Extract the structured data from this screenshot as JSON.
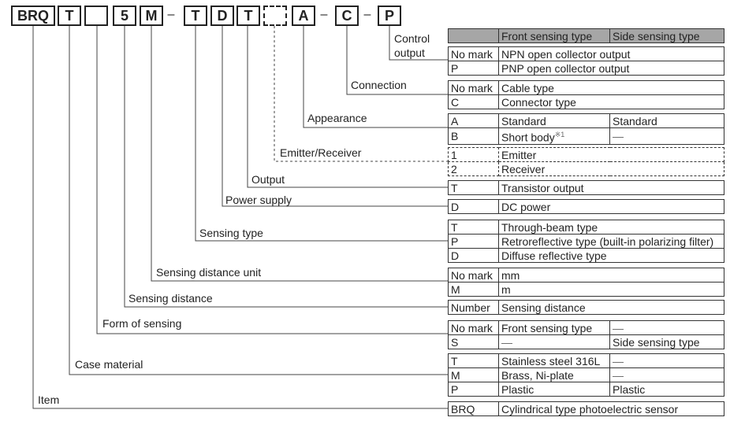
{
  "model_code": {
    "segments": [
      "BRQ",
      "T",
      "",
      "5",
      "M",
      "T",
      "D",
      "T",
      "",
      "A",
      "C",
      "P"
    ],
    "separator": "–"
  },
  "headers": {
    "front": "Front sensing type",
    "side": "Side sensing type"
  },
  "fields": [
    {
      "label": "Control output",
      "label_lines": [
        "Control",
        "output"
      ],
      "options": [
        {
          "code": "No mark",
          "desc": "NPN open collector output"
        },
        {
          "code": "P",
          "desc": "PNP open collector output"
        }
      ]
    },
    {
      "label": "Connection",
      "options": [
        {
          "code": "No mark",
          "desc": "Cable type"
        },
        {
          "code": "C",
          "desc": "Connector type"
        }
      ]
    },
    {
      "label": "Appearance",
      "options": [
        {
          "code": "A",
          "front": "Standard",
          "side": "Standard"
        },
        {
          "code": "B",
          "front": "Short body",
          "front_note": "※1",
          "side": "—"
        }
      ]
    },
    {
      "label": "Emitter/Receiver",
      "options": [
        {
          "code": "1",
          "desc": "Emitter"
        },
        {
          "code": "2",
          "desc": "Receiver"
        }
      ]
    },
    {
      "label": "Output",
      "options": [
        {
          "code": "T",
          "desc": "Transistor output"
        }
      ]
    },
    {
      "label": "Power supply",
      "options": [
        {
          "code": "D",
          "desc": "DC power"
        }
      ]
    },
    {
      "label": "Sensing type",
      "options": [
        {
          "code": "T",
          "desc": "Through-beam type"
        },
        {
          "code": "P",
          "desc": "Retroreflective type (built-in polarizing filter)"
        },
        {
          "code": "D",
          "desc": "Diffuse reflective type"
        }
      ]
    },
    {
      "label": "Sensing distance unit",
      "options": [
        {
          "code": "No mark",
          "desc": "mm"
        },
        {
          "code": "M",
          "desc": "m"
        }
      ]
    },
    {
      "label": "Sensing distance",
      "options": [
        {
          "code": "Number",
          "desc": "Sensing distance"
        }
      ]
    },
    {
      "label": "Form of sensing",
      "options": [
        {
          "code": "No mark",
          "front": "Front sensing type",
          "side": "—"
        },
        {
          "code": "S",
          "front": "—",
          "side": "Side sensing type"
        }
      ]
    },
    {
      "label": "Case material",
      "options": [
        {
          "code": "T",
          "front": "Stainless steel 316L",
          "side": "—"
        },
        {
          "code": "M",
          "front": "Brass, Ni-plate",
          "side": "—"
        },
        {
          "code": "P",
          "front": "Plastic",
          "side": "Plastic"
        }
      ]
    },
    {
      "label": "Item",
      "options": [
        {
          "code": "BRQ",
          "desc": "Cylindrical type photoelectric sensor"
        }
      ]
    }
  ]
}
